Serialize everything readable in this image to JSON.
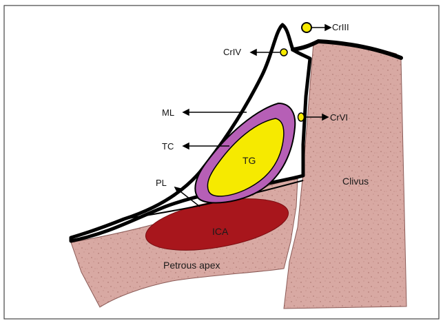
{
  "diagram": {
    "labels": {
      "criii": "CrIII",
      "criv": "CrIV",
      "crvi": "CrVI",
      "ml": "ML",
      "tc": "TC",
      "pl": "PL",
      "tg": "TG",
      "ica": "ICA",
      "clivus": "Clivus",
      "petrous_apex": "Petrous apex"
    },
    "colors": {
      "bone": "#d9a6a0",
      "bone_speckle": "#b57f7a",
      "ica": "#a8161c",
      "tg": "#f6ea00",
      "tc": "#b65fb6",
      "nerve": "#f6ea00",
      "outline": "#000000"
    }
  }
}
